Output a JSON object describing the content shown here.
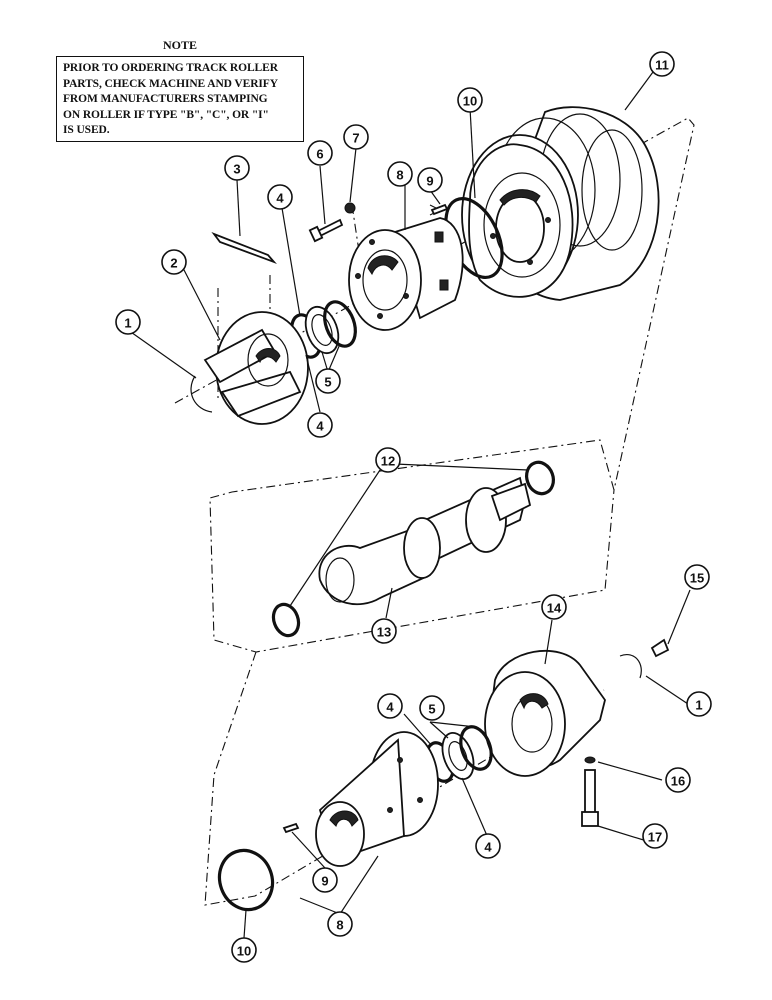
{
  "note": {
    "heading": "NOTE",
    "text": "PRIOR TO ORDERING TRACK ROLLER\nPARTS, CHECK MACHINE AND VERIFY\nFROM MANUFACTURERS STAMPING\nON ROLLER IF TYPE \"B\", \"C\", OR \"I\"\nIS USED."
  },
  "callouts": [
    {
      "id": "c1a",
      "label": "1"
    },
    {
      "id": "c2",
      "label": "2"
    },
    {
      "id": "c3",
      "label": "3"
    },
    {
      "id": "c4a",
      "label": "4"
    },
    {
      "id": "c4b",
      "label": "4"
    },
    {
      "id": "c5a",
      "label": "5"
    },
    {
      "id": "c6",
      "label": "6"
    },
    {
      "id": "c7",
      "label": "7"
    },
    {
      "id": "c8a",
      "label": "8"
    },
    {
      "id": "c9a",
      "label": "9"
    },
    {
      "id": "c10a",
      "label": "10"
    },
    {
      "id": "c11",
      "label": "11"
    },
    {
      "id": "c12",
      "label": "12"
    },
    {
      "id": "c13",
      "label": "13"
    },
    {
      "id": "c14",
      "label": "14"
    },
    {
      "id": "c15",
      "label": "15"
    },
    {
      "id": "c1b",
      "label": "1"
    },
    {
      "id": "c4c",
      "label": "4"
    },
    {
      "id": "c5b",
      "label": "5"
    },
    {
      "id": "c16",
      "label": "16"
    },
    {
      "id": "c4d",
      "label": "4"
    },
    {
      "id": "c17",
      "label": "17"
    },
    {
      "id": "c9b",
      "label": "9"
    },
    {
      "id": "c8b",
      "label": "8"
    },
    {
      "id": "c10b",
      "label": "10"
    }
  ]
}
